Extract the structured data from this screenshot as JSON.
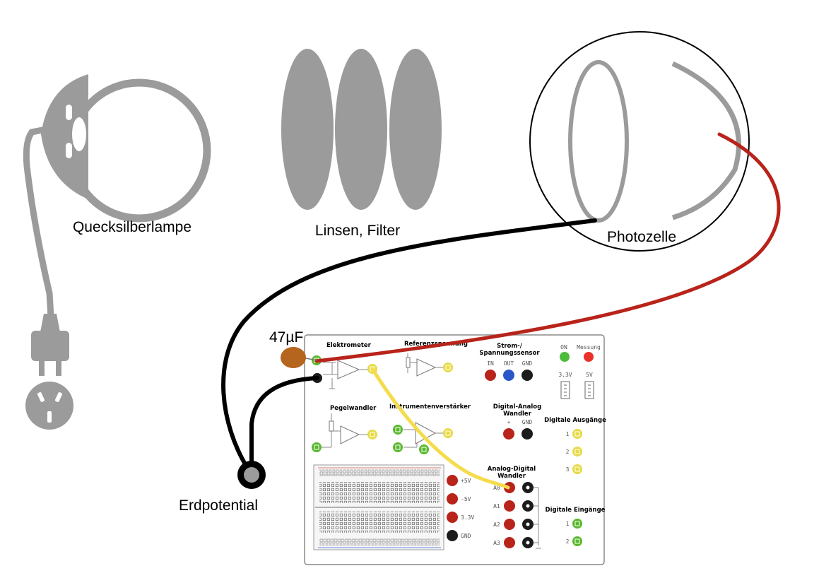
{
  "labels": {
    "lamp": "Quecksilberlampe",
    "lenses": "Linsen, Filter",
    "photocell": "Photozelle",
    "capacitor": "47µF",
    "ground": "Erdpotential"
  },
  "board": {
    "modules": {
      "electrometer": "Elektrometer",
      "reference": "Referenzspannung",
      "sensor_line1": "Strom-/",
      "sensor_line2": "Spannungssensor",
      "level": "Pegelwandler",
      "instrument": "Instrumentenverstärker",
      "dac_line1": "Digital-Analog",
      "dac_line2": "Wandler",
      "adc_line1": "Analog-Digital",
      "adc_line2": "Wandler",
      "digital_out": "Digitale Ausgänge",
      "digital_in": "Digitale Eingänge"
    },
    "status": {
      "on": "ON",
      "measure": "Messung",
      "v33": "3.3V",
      "v5": "5V"
    },
    "sensor_pins": {
      "in": "IN",
      "out": "OUT",
      "gnd": "GND"
    },
    "dac_pins": {
      "plus": "+",
      "gnd": "GND"
    },
    "supply": {
      "p5": "+5V",
      "m5": "-5V",
      "p33": "3.3V",
      "gnd": "GND"
    },
    "adc_channels": [
      "A0",
      "A1",
      "A2",
      "A3"
    ],
    "digital_out_channels": [
      "1",
      "2",
      "3"
    ],
    "digital_in_channels": [
      "1",
      "2"
    ]
  },
  "colors": {
    "apparatus_gray": "#9b9b9b",
    "wire_black": "#000000",
    "wire_red": "#b8231a",
    "wire_yellow": "#f5dc4c",
    "capacitor": "#b5651d",
    "jack_green": "#5ab82e",
    "jack_yellow": "#e6db45",
    "jack_red": "#b8231a",
    "jack_blue": "#2a57c8",
    "jack_black": "#1c1c1c",
    "led_green": "#4cbc3a",
    "led_red": "#e8322b"
  }
}
